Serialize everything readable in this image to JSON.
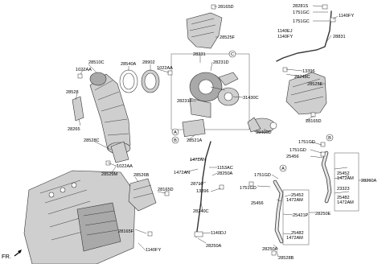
{
  "labels": {
    "p28165D_top": "28165D",
    "p28525F": "28525F",
    "p28281S": "28281S",
    "p1751GC_a": "1751GC",
    "p1140FY_tr": "1140FY",
    "p1751GC_b": "1751GC",
    "p1140EJ": "1140EJ",
    "p1140FY_b": "1140FY",
    "p28831": "28831",
    "p28231": "28231",
    "p28231D": "28231D",
    "p13396_top": "13396",
    "p28248C": "28248C",
    "p28525E": "28525E",
    "p28510C": "28510C",
    "p28540A": "28540A",
    "p28902": "28902",
    "p1022AA_a": "1022AA",
    "p1022AA_b": "1022AA",
    "p28528": "28528",
    "p28265": "28265",
    "p28231F": "28231F",
    "p31430C": "31430C",
    "p28165D_mid": "28165D",
    "p39400D": "39400D",
    "p28521A": "28521A",
    "p28528C": "28528C",
    "p1022AA_c": "1022AA",
    "p28529M": "28529M",
    "p28526B": "28526B",
    "p1472AN_a": "1472AN",
    "p1472AN_b": "1472AN",
    "p1153AC": "1153AC",
    "p28250A_a": "28250A",
    "p28710": "28710",
    "p13396_mid": "13396",
    "p28165D_bot": "28165D",
    "p28240C": "28240C",
    "p1140DJ": "1140DJ",
    "p28250A_b": "28250A",
    "p28165F": "28165F",
    "p1140FY_bot": "1140FY",
    "p1751GD_a": "1751GD",
    "p1751GD_b": "1751GD",
    "p25456_a": "25456",
    "p25452_a": "25452",
    "p1472AM_a": "1472AM",
    "p23323": "23323",
    "p25482_a": "25482",
    "p1472AM_b": "1472AM",
    "p28260A": "28260A",
    "p1751GD_c": "1751GD",
    "p1751GD_d": "1751GD",
    "p25452_b": "25452",
    "p1472AM_c": "1472AM",
    "p25456_b": "25456",
    "p25421P": "25421P",
    "p28250E": "28250E",
    "p25482_b": "25482",
    "p1472AM_d": "1472AM",
    "p28250A_c": "28250A",
    "p28528B": "28528B",
    "fr": "FR."
  },
  "callouts": {
    "A1": "A",
    "B1": "B",
    "C1": "C",
    "A2": "A",
    "B2": "B"
  }
}
